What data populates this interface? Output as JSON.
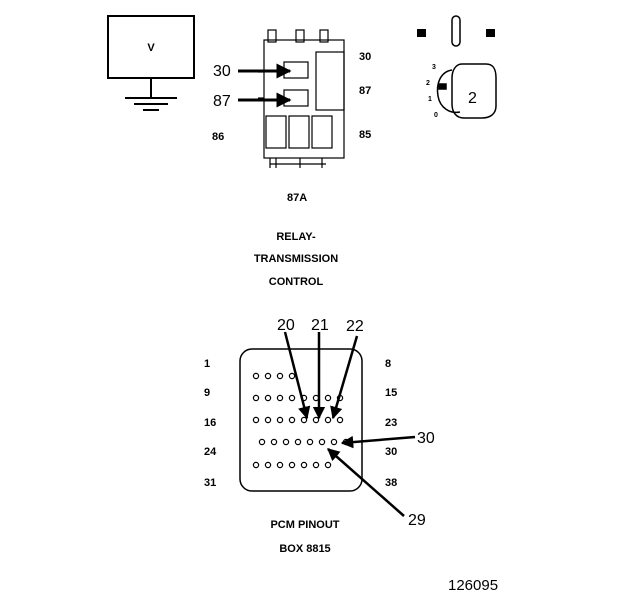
{
  "voltmeter": {
    "label": "V"
  },
  "relay": {
    "callouts": {
      "pin30": "30",
      "pin87": "87"
    },
    "terminals": {
      "t30": "30",
      "t87": "87",
      "t86": "86",
      "t85": "85",
      "t87a": "87A"
    },
    "title": {
      "line1": "RELAY-",
      "line2": "TRANSMISSION",
      "line3": "CONTROL"
    }
  },
  "ignition": {
    "key_number": "2",
    "positions": [
      "3",
      "2",
      "1",
      "0"
    ]
  },
  "pcm": {
    "row_labels_left": [
      "1",
      "9",
      "16",
      "24",
      "31"
    ],
    "row_labels_right": [
      "8",
      "15",
      "23",
      "30",
      "38"
    ],
    "callouts": [
      "20",
      "21",
      "22",
      "30",
      "29"
    ],
    "title": {
      "line1": "PCM PINOUT",
      "line2": "BOX 8815"
    }
  },
  "figure_id": "126095"
}
